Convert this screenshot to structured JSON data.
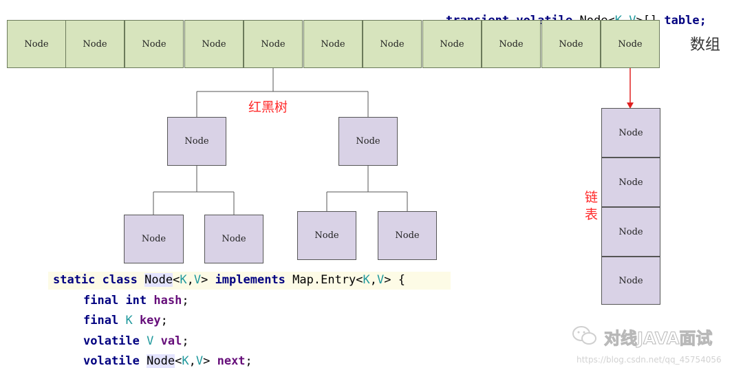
{
  "header_code": {
    "kw1": "transient",
    "kw2": "volatile",
    "type": "Node<",
    "k": "K",
    "comma": ",",
    "v": "V",
    "rest": ">[]",
    "var": "table;"
  },
  "array": {
    "label": "数组",
    "cells": [
      "Node",
      "Node",
      "Node",
      "Node",
      "Node",
      "Node",
      "Node",
      "Node",
      "Node",
      "Node",
      "Node"
    ]
  },
  "tree": {
    "label": "红黑树",
    "nodes": [
      "Node",
      "Node",
      "Node",
      "Node",
      "Node",
      "Node"
    ]
  },
  "linked_list": {
    "label_1": "链",
    "label_2": "表",
    "nodes": [
      "Node",
      "Node",
      "Node",
      "Node"
    ]
  },
  "code": {
    "line1": {
      "kw1": "static",
      "kw2": "class",
      "type": "Node",
      "lt": "<",
      "k": "K",
      "c": ",",
      "v": "V",
      "gt": ">",
      "kw3": "implements",
      "map": "Map.Entry<",
      "k2": "K",
      "c2": ",",
      "v2": "V",
      "gt2": ">",
      "brace": "{"
    },
    "line2": {
      "kw1": "final",
      "kw2": "int",
      "field": "hash",
      "semi": ";"
    },
    "line3": {
      "kw1": "final",
      "type": "K",
      "field": "key",
      "semi": ";"
    },
    "line4": {
      "kw1": "volatile",
      "type": "V",
      "field": "val",
      "semi": ";"
    },
    "line5": {
      "kw1": "volatile",
      "type": "Node",
      "lt": "<",
      "k": "K",
      "c": ",",
      "v": "V",
      "gt": ">",
      "field": "next",
      "semi": ";"
    }
  },
  "watermark": {
    "brand": "对线JAVA面试",
    "url": "https://blog.csdn.net/qq_45754056"
  },
  "colors": {
    "array_fill": "#d7e4bd",
    "node_fill": "#d9d2e6",
    "accent_red": "#ff2a2a"
  }
}
